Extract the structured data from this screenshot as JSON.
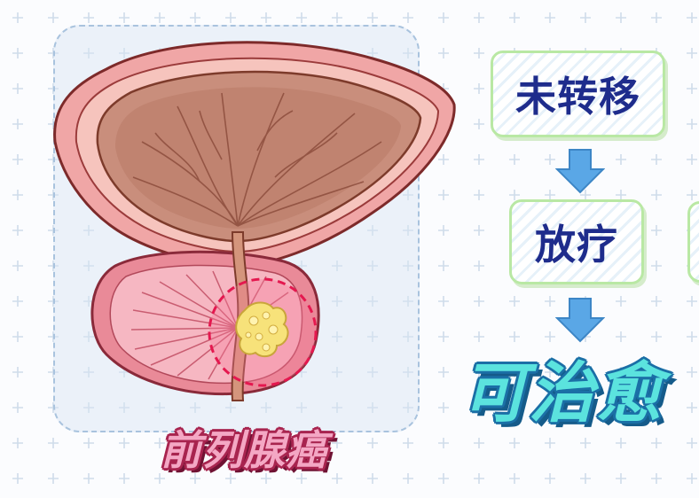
{
  "illustration": {
    "caption": "前列腺癌",
    "colors": {
      "bladder_outer": "#f0a6a6",
      "bladder_inner": "#c98e7c",
      "prostate": "#f2a3b2",
      "tumor": "#f7e27a",
      "highlight_ring": "#e4184f"
    }
  },
  "flow": {
    "steps": [
      {
        "label": "未转移"
      },
      {
        "label": "放疗"
      },
      {
        "label": ""
      }
    ],
    "result": "可治愈",
    "colors": {
      "box_border": "#b9e8a4",
      "step_text": "#1e2c8c",
      "arrow": "#5aa7e6",
      "result_fill": "#5be3de",
      "result_outline": "#1b6fa6"
    }
  }
}
